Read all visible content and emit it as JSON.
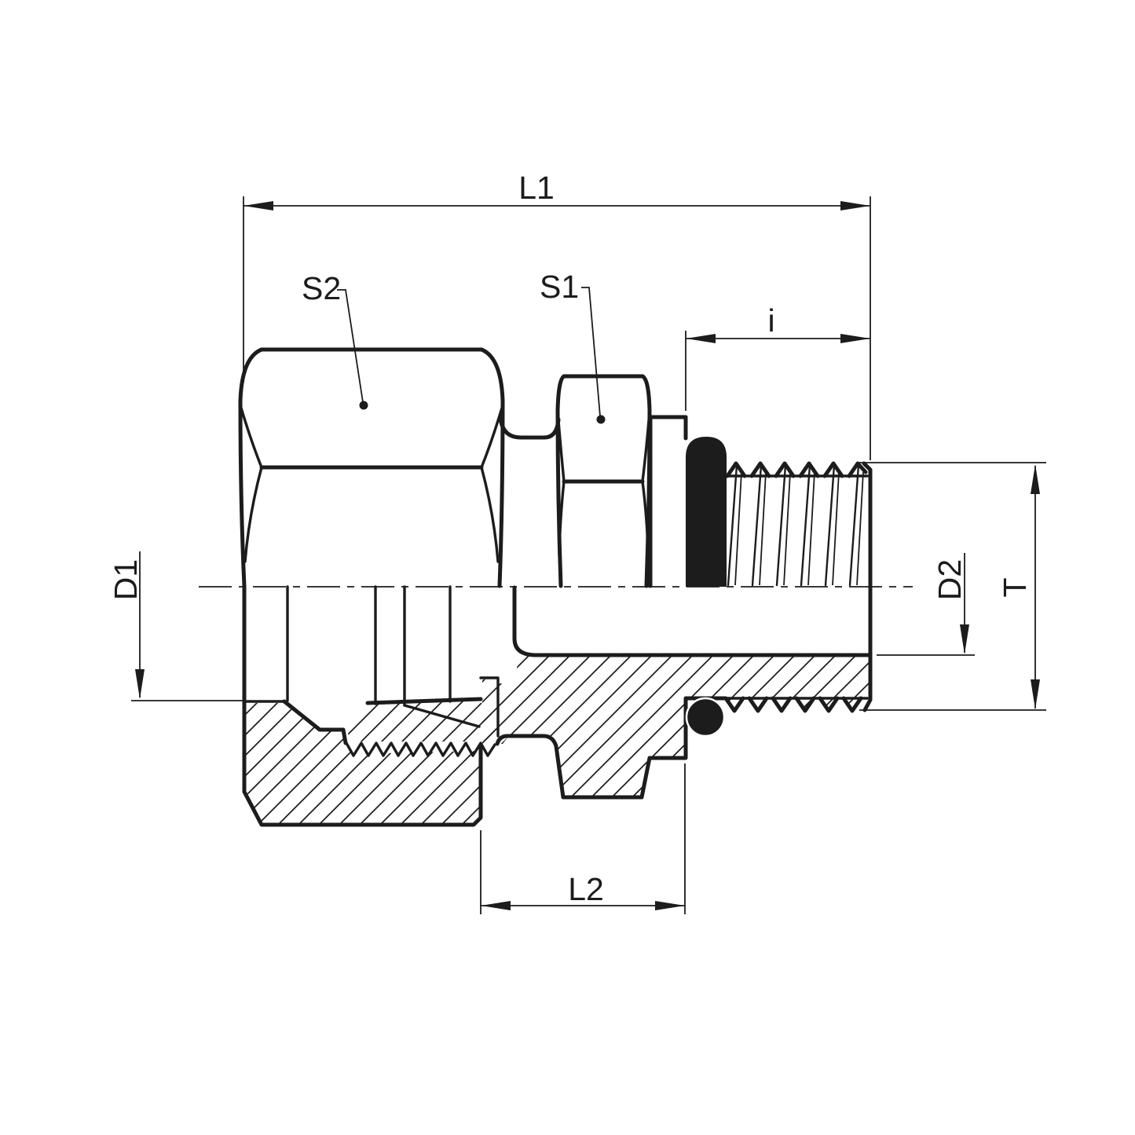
{
  "drawing": {
    "background": "#ffffff",
    "line_color": "#1c1c1c",
    "labels": {
      "overall_length": "L1",
      "hex_large": "S2",
      "hex_small": "S1",
      "thread_engagement": "i",
      "tube_diameter": "D1",
      "bore_diameter": "D2",
      "thread_size": "T",
      "body_length": "L2"
    }
  }
}
